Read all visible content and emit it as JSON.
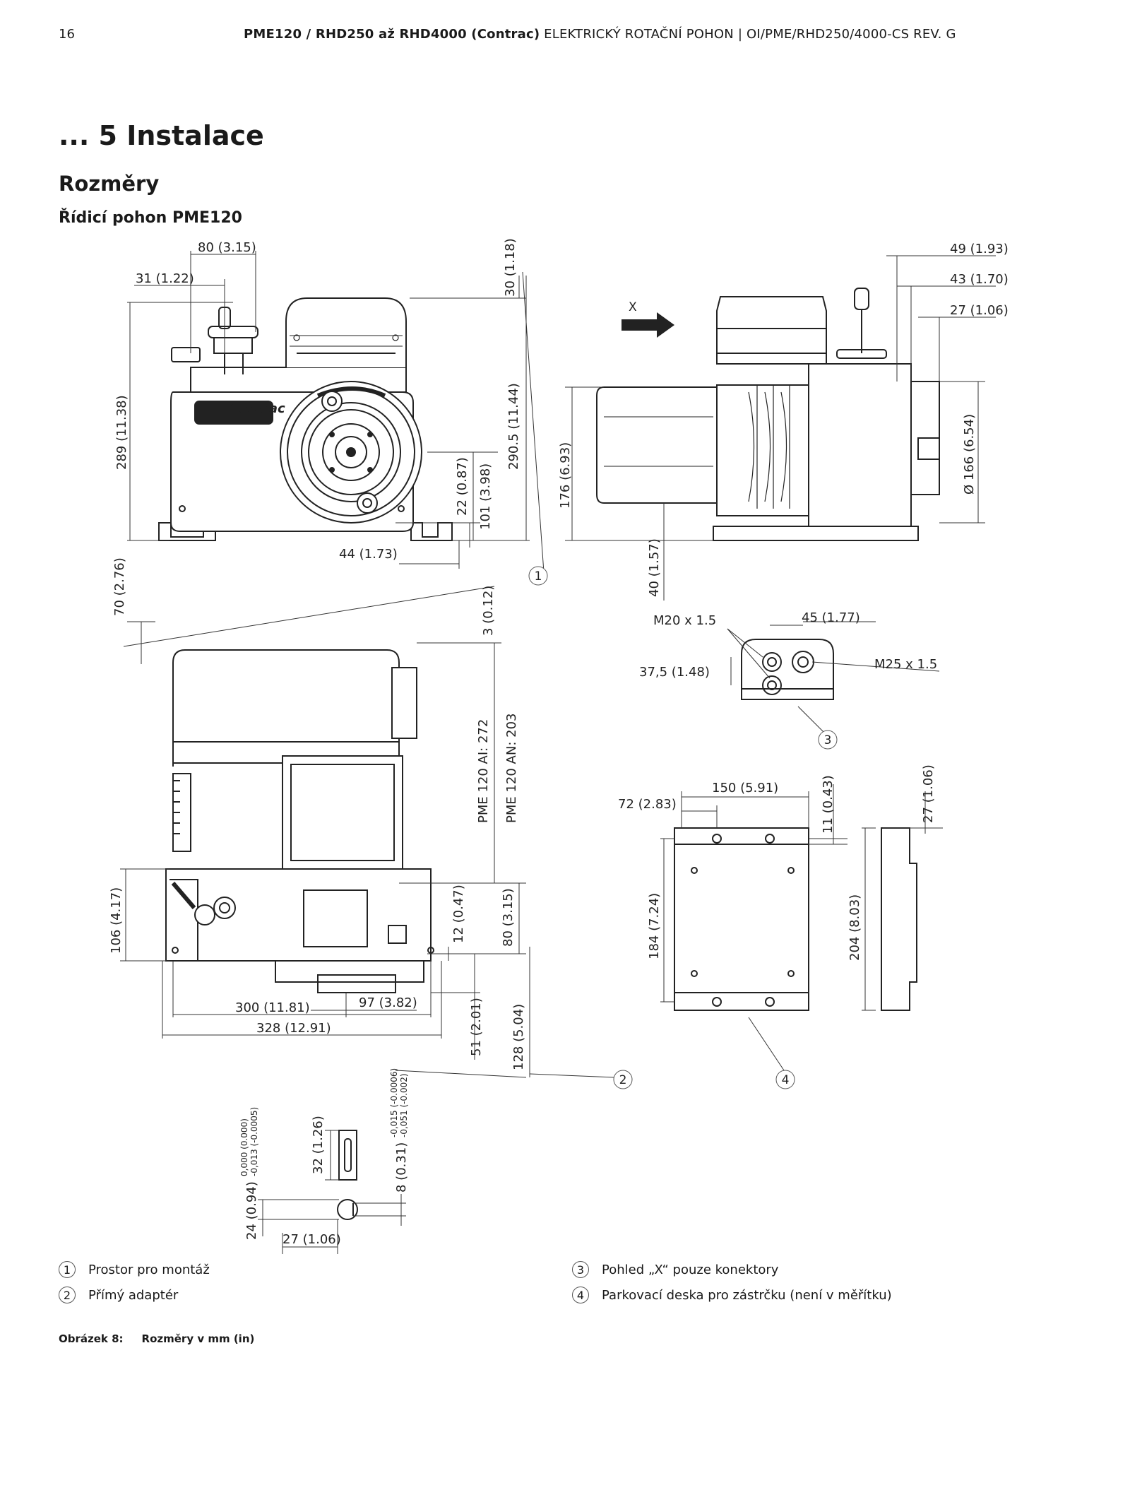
{
  "header": {
    "page_number": "16",
    "title_bold": "PME120 / RHD250 až RHD4000 (Contrac)",
    "title_regular": " ELEKTRICKÝ ROTAČNÍ POHON | OI/PME/RHD250/4000-CS REV. G"
  },
  "chapter_title": "... 5 Instalace",
  "section_title": "Rozměry",
  "subsection_title": "Řídicí pohon PME120",
  "drawing": {
    "brand_label": "Contrac",
    "view_arrow_label": "X",
    "dimensions": [
      "80 (3.15)",
      "31 (1.22)",
      "30 (1.18)",
      "289 (11.38)",
      "290.5 (11.44)",
      "22 (0.87)",
      "101 (3.98)",
      "44 (1.73)",
      "70 (2.76)",
      "3 (0.12)",
      "PME 120  AI: 272",
      "PME 120 AN: 203",
      "106 (4.17)",
      "12 (0.47)",
      "80 (3.15)",
      "97 (3.82)",
      "300 (11.81)",
      "328 (12.91)",
      "51 (2.01)",
      "128 (5.04)",
      "49 (1.93)",
      "43 (1.70)",
      "27 (1.06)",
      "176 (6.93)",
      "Ø 166 (6.54)",
      "40 (1.57)",
      "M20 x 1.5",
      "45 (1.77)",
      "M25 x 1.5",
      "37,5 (1.48)",
      "150 (5.91)",
      "72 (2.83)",
      "11 (0.43)",
      "27 (1.06)",
      "184 (7.24)",
      "204 (8.03)",
      "32 (1.26)",
      "27 (1.06)"
    ],
    "tolerance_24": {
      "base": "24 (0.94)",
      "upper": "0,000 (0.000)",
      "lower": "-0,013 (-0.0005)"
    },
    "tolerance_8": {
      "base": "8 (0.31)",
      "upper": "-0,015 (-0.0006)",
      "lower": "-0,051 (-0.002)"
    },
    "callouts": [
      "1",
      "2",
      "3",
      "4"
    ]
  },
  "legend": [
    {
      "number": "1",
      "text": "Prostor pro montáž"
    },
    {
      "number": "2",
      "text": "Přímý adaptér"
    },
    {
      "number": "3",
      "text": "Pohled „X“ pouze konektory"
    },
    {
      "number": "4",
      "text": "Parkovací deska pro zástrčku (není v měřítku)"
    }
  ],
  "caption": {
    "number": "Obrázek 8:",
    "text": "Rozměry v mm (in)"
  }
}
